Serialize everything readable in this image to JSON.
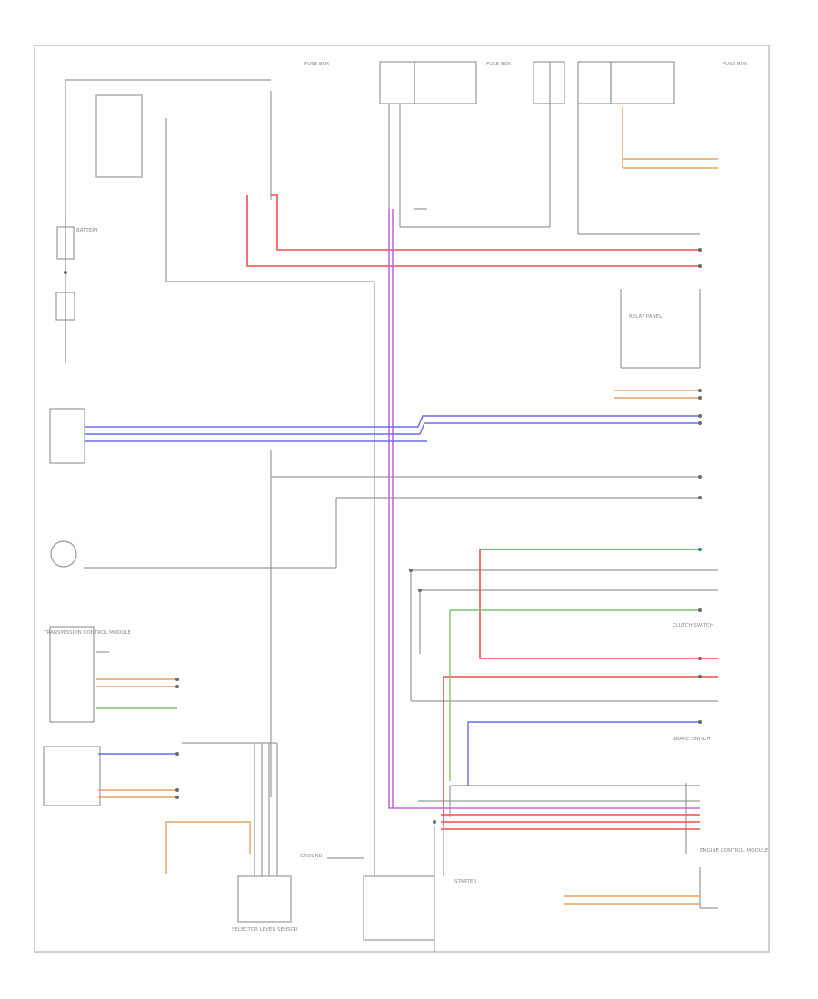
{
  "diagram": {
    "title": "Starting Wiring Diagram",
    "footer": "",
    "labels": {
      "battery": "BATTERY",
      "starter": "STARTER",
      "ecm": "ENGINE CONTROL MODULE",
      "trans_module": "TRANSMISSION CONTROL MODULE",
      "selector_lever": "SELECTOR LEVER SENSOR",
      "ground_note": "GROUND",
      "fuse_box_1": "FUSE BOX",
      "fuse_box_2": "FUSE BOX",
      "fuse_box_3": "FUSE BOX",
      "relay_panel": "RELAY PANEL",
      "clutch_sw": "CLUTCH SWITCH",
      "brake_sw": "BRAKE SWITCH"
    },
    "wire_colors": {
      "red": "#ee4d4d",
      "blue": "#6a6ae8",
      "violet": "#b86ad6",
      "orange": "#e8a060",
      "green": "#7ac46a",
      "gray": "#9a9a9a"
    }
  }
}
